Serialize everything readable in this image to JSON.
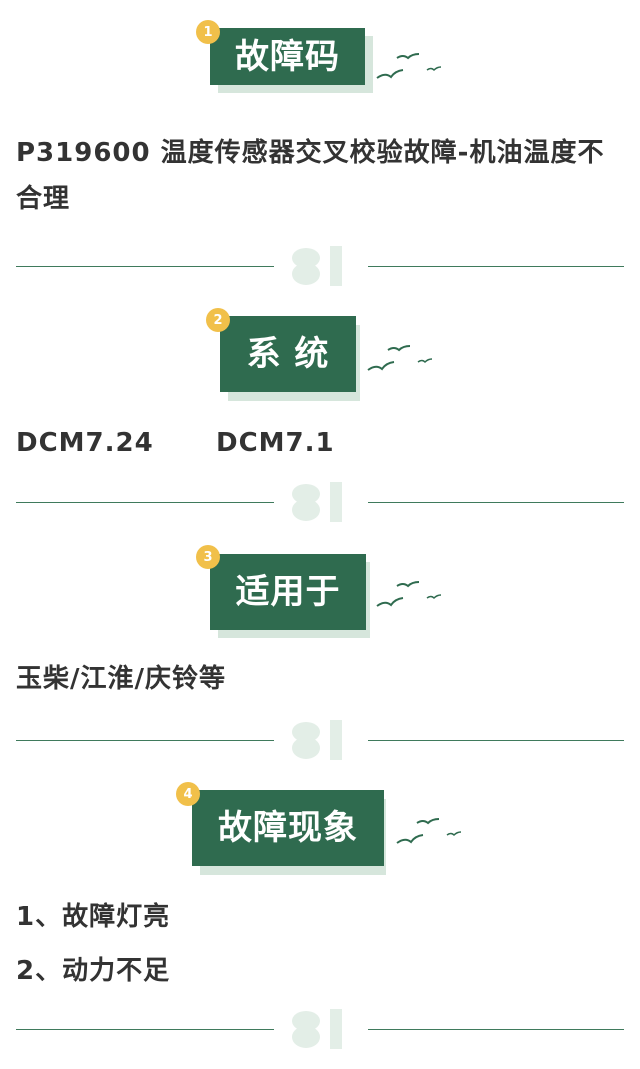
{
  "sections": [
    {
      "num": "1",
      "title": "故障码"
    },
    {
      "num": "2",
      "title": "系 统"
    },
    {
      "num": "3",
      "title": "适用于"
    },
    {
      "num": "4",
      "title": "故障现象"
    }
  ],
  "fault_code": {
    "text": "P319600 温度传感器交叉校验故障-机油温度不合理"
  },
  "system": {
    "items": [
      "DCM7.24",
      "DCM7.1"
    ]
  },
  "applicable": {
    "text": "玉柴/江淮/庆铃等"
  },
  "symptoms": {
    "items": [
      "1、故障灯亮",
      "2、动力不足"
    ]
  },
  "colors": {
    "tag_green": "#2f6b4f",
    "shadow_green": "#d6e6dc",
    "badge_yellow": "#f1c04a",
    "text": "#333333"
  }
}
